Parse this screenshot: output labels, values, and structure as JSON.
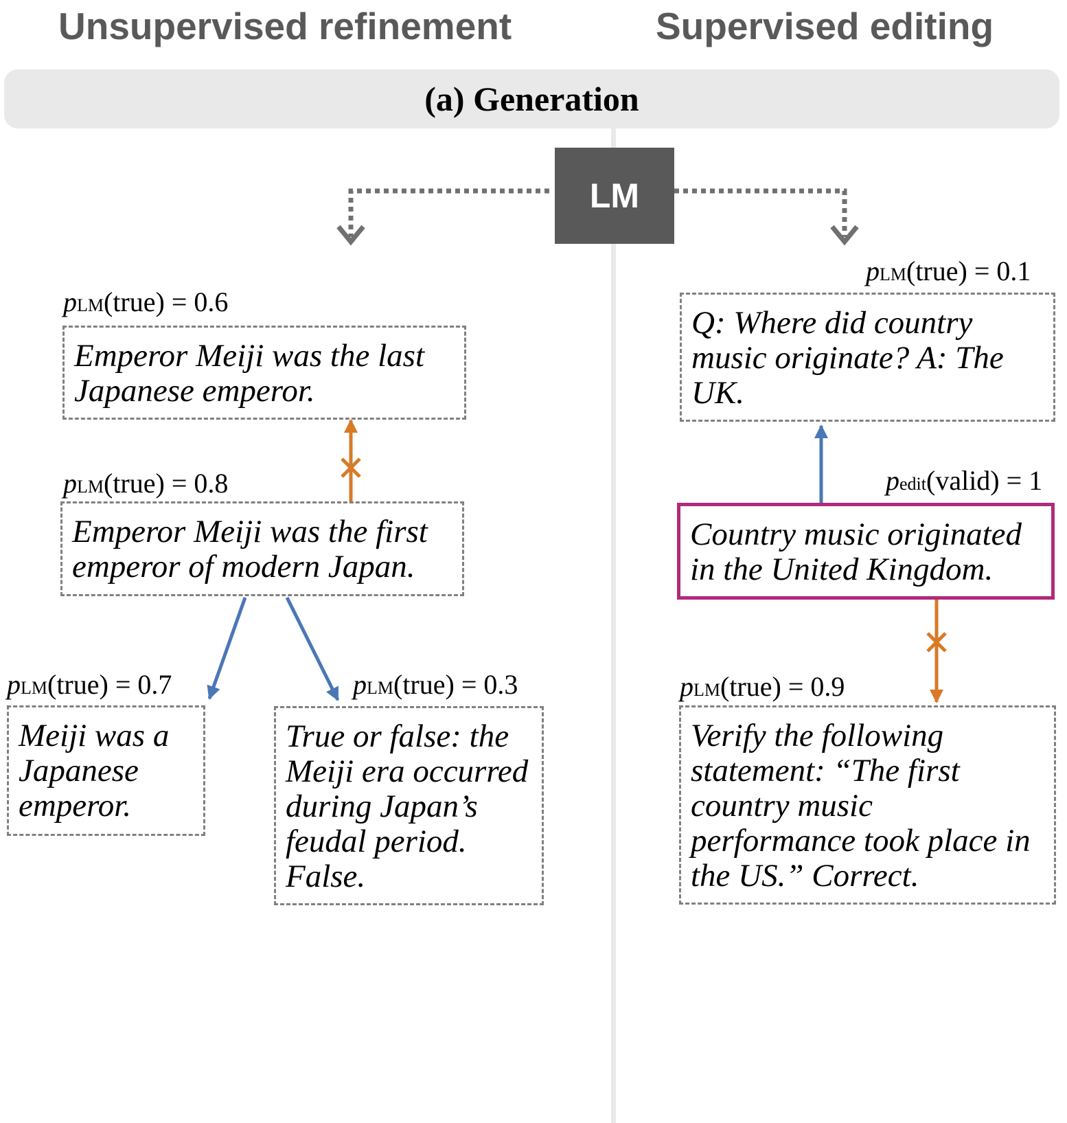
{
  "headers": {
    "left": "Unsupervised refinement",
    "right": "Supervised editing"
  },
  "band_title": "(a) Generation",
  "lm_label": "LM",
  "left": {
    "top": {
      "p": "p",
      "sub": "LM",
      "rest": "(true) = 0.6",
      "text": "Emperor Meiji was the last Japanese emperor."
    },
    "mid": {
      "p": "p",
      "sub": "LM",
      "rest": "(true) = 0.8",
      "text": "Emperor Meiji was the first emperor of modern Japan."
    },
    "bottom_left": {
      "p": "p",
      "sub": "LM",
      "rest": "(true) = 0.7",
      "text": "Meiji was a Japanese emperor."
    },
    "bottom_right": {
      "p": "p",
      "sub": "LM",
      "rest": "(true) = 0.3",
      "text": "True or false: the Meiji era occurred during Japan’s feudal period. False."
    }
  },
  "right": {
    "top": {
      "p": "p",
      "sub": "LM",
      "rest": "(true) = 0.1",
      "text": "Q: Where did country music originate? A: The UK."
    },
    "mid": {
      "p": "p",
      "sub": "edit",
      "rest": "(valid) = 1",
      "text": "Country music originated in the United Kingdom."
    },
    "bottom": {
      "p": "p",
      "sub": "LM",
      "rest": "(true) = 0.9",
      "text": "Verify the following statement: “The first country music performance took place in the US.” Correct."
    }
  },
  "colors": {
    "gray_text": "#595959",
    "band": "#e9e9e9",
    "dashed_border": "#808080",
    "blue_arrow": "#4a77b5",
    "orange_arrow": "#d87a27",
    "magenta_border": "#b02a7d"
  }
}
